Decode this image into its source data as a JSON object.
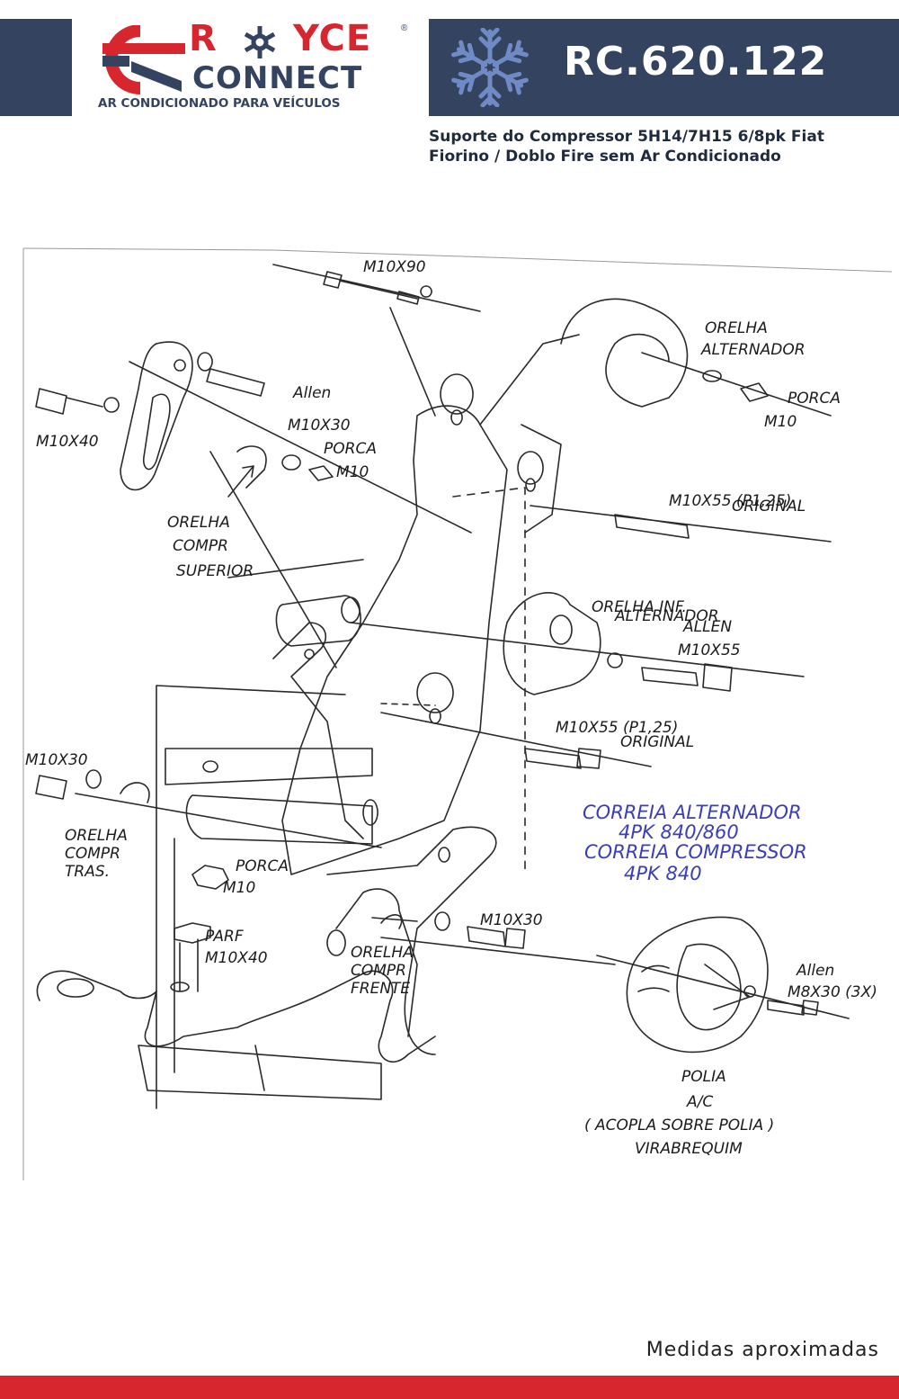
{
  "brand": {
    "logo_r": "R",
    "logo_yce": "YCE",
    "logo_connect": "CONNECT",
    "logo_reg": "®",
    "tagline": "AR CONDICIONADO PARA VEÍCULOS",
    "red": "#d7262e",
    "navy": "#34435f"
  },
  "product": {
    "code": "RC.620.122",
    "title_line1": "Suporte do Compressor 5H14/7H15 6/8pk Fiat",
    "title_line2": "Fiorino / Doblo Fire sem Ar Condicionado"
  },
  "icons": [
    "snowflake-icon",
    "logo-mark-icon"
  ],
  "drawing": {
    "labels": {
      "m10x90": "M10X90",
      "allen_m10x30_a": "Allen",
      "allen_m10x30_b": "M10X30",
      "m10x40": "M10X40",
      "porca_m10_top_a": "PORCA",
      "porca_m10_top_b": "M10",
      "orelha_compr_sup_a": "ORELHA",
      "orelha_compr_sup_b": "COMPR",
      "orelha_compr_sup_c": "SUPERIOR",
      "orelha_alt_a": "ORELHA",
      "orelha_alt_b": "ALTERNADOR",
      "porca_m10_right_a": "PORCA",
      "porca_m10_right_b": "M10",
      "m10x55_orig_1a": "M10X55 (P1,25)",
      "m10x55_orig_1b": "ORIGINAL",
      "orelha_inf_alt_a": "ORELHA INF.",
      "orelha_inf_alt_b": "ALTERNADOR",
      "allen_m10x55_a": "ALLEN",
      "allen_m10x55_b": "M10X55",
      "m10x55_orig_2a": "M10X55 (P1,25)",
      "m10x55_orig_2b": "ORIGINAL",
      "m10x30_left": "M10X30",
      "orelha_compr_tras_a": "ORELHA",
      "orelha_compr_tras_b": "COMPR",
      "orelha_compr_tras_c": "TRAS.",
      "porca_m10_low_a": "PORCA",
      "porca_m10_low_b": "M10",
      "parf_m10x40_a": "PARF",
      "parf_m10x40_b": "M10X40",
      "orelha_compr_frente_a": "ORELHA",
      "orelha_compr_frente_b": "COMPR",
      "orelha_compr_frente_c": "FRENTE",
      "m10x30_low": "M10X30",
      "allen_m8x30_a": "Allen",
      "allen_m8x30_b": "M8X30 (3X)",
      "polia_a": "POLIA",
      "polia_b": "A/C",
      "polia_c": "( ACOPLA SOBRE POLIA )",
      "polia_d": "VIRABREQUIM"
    },
    "belts": {
      "line1": "CORREIA ALTERNADOR",
      "line2": "4PK 840/860",
      "line3": "CORREIA COMPRESSOR",
      "line4": "4PK 840",
      "color": "#3a3fb5"
    }
  },
  "footer": {
    "note": "Medidas aproximadas"
  }
}
